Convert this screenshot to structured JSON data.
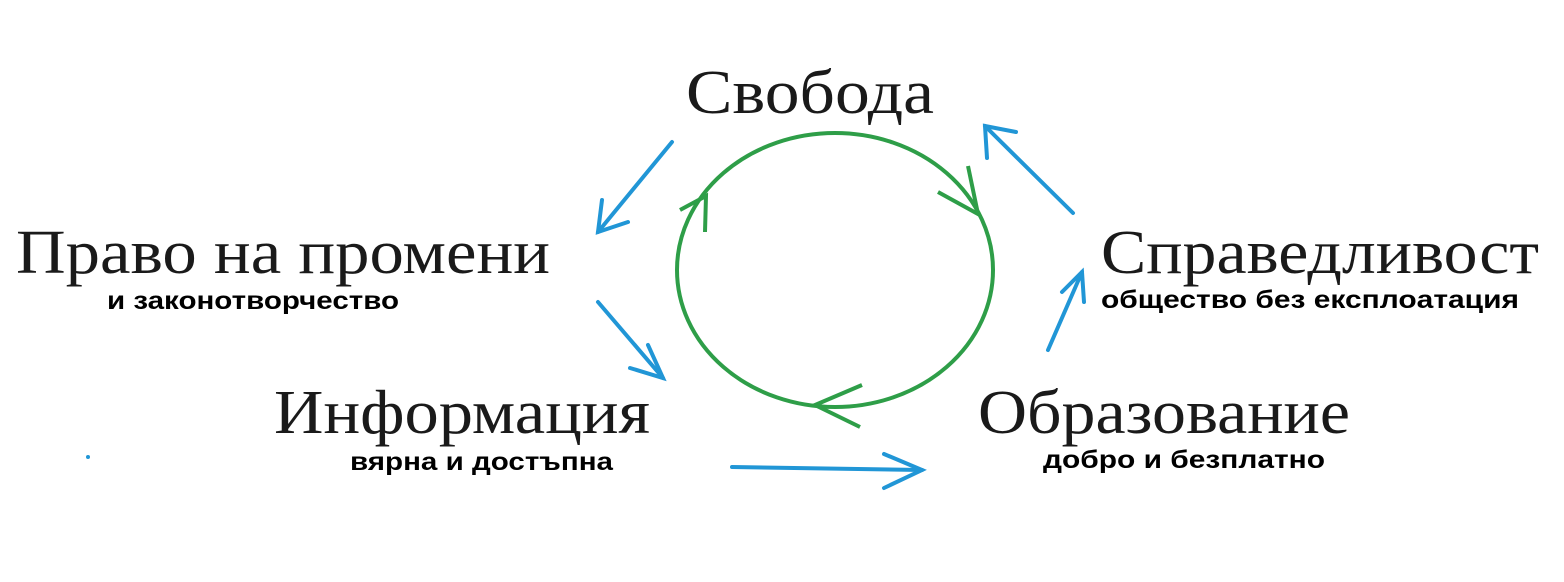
{
  "colors": {
    "cycle": "#2e9e48",
    "arrows": "#2196d6",
    "text": "#1a1a1a"
  },
  "nodes": {
    "freedom": {
      "title": "Свобода"
    },
    "right_to_change": {
      "title": "Право на промени",
      "subtitle": "и законотворчество"
    },
    "justice": {
      "title": "Справедливост",
      "subtitle": "общество без експлоатация"
    },
    "information": {
      "title": "Информация",
      "subtitle": "вярна и достъпна"
    },
    "education": {
      "title": "Образование",
      "subtitle": "добро и безплатно"
    }
  }
}
